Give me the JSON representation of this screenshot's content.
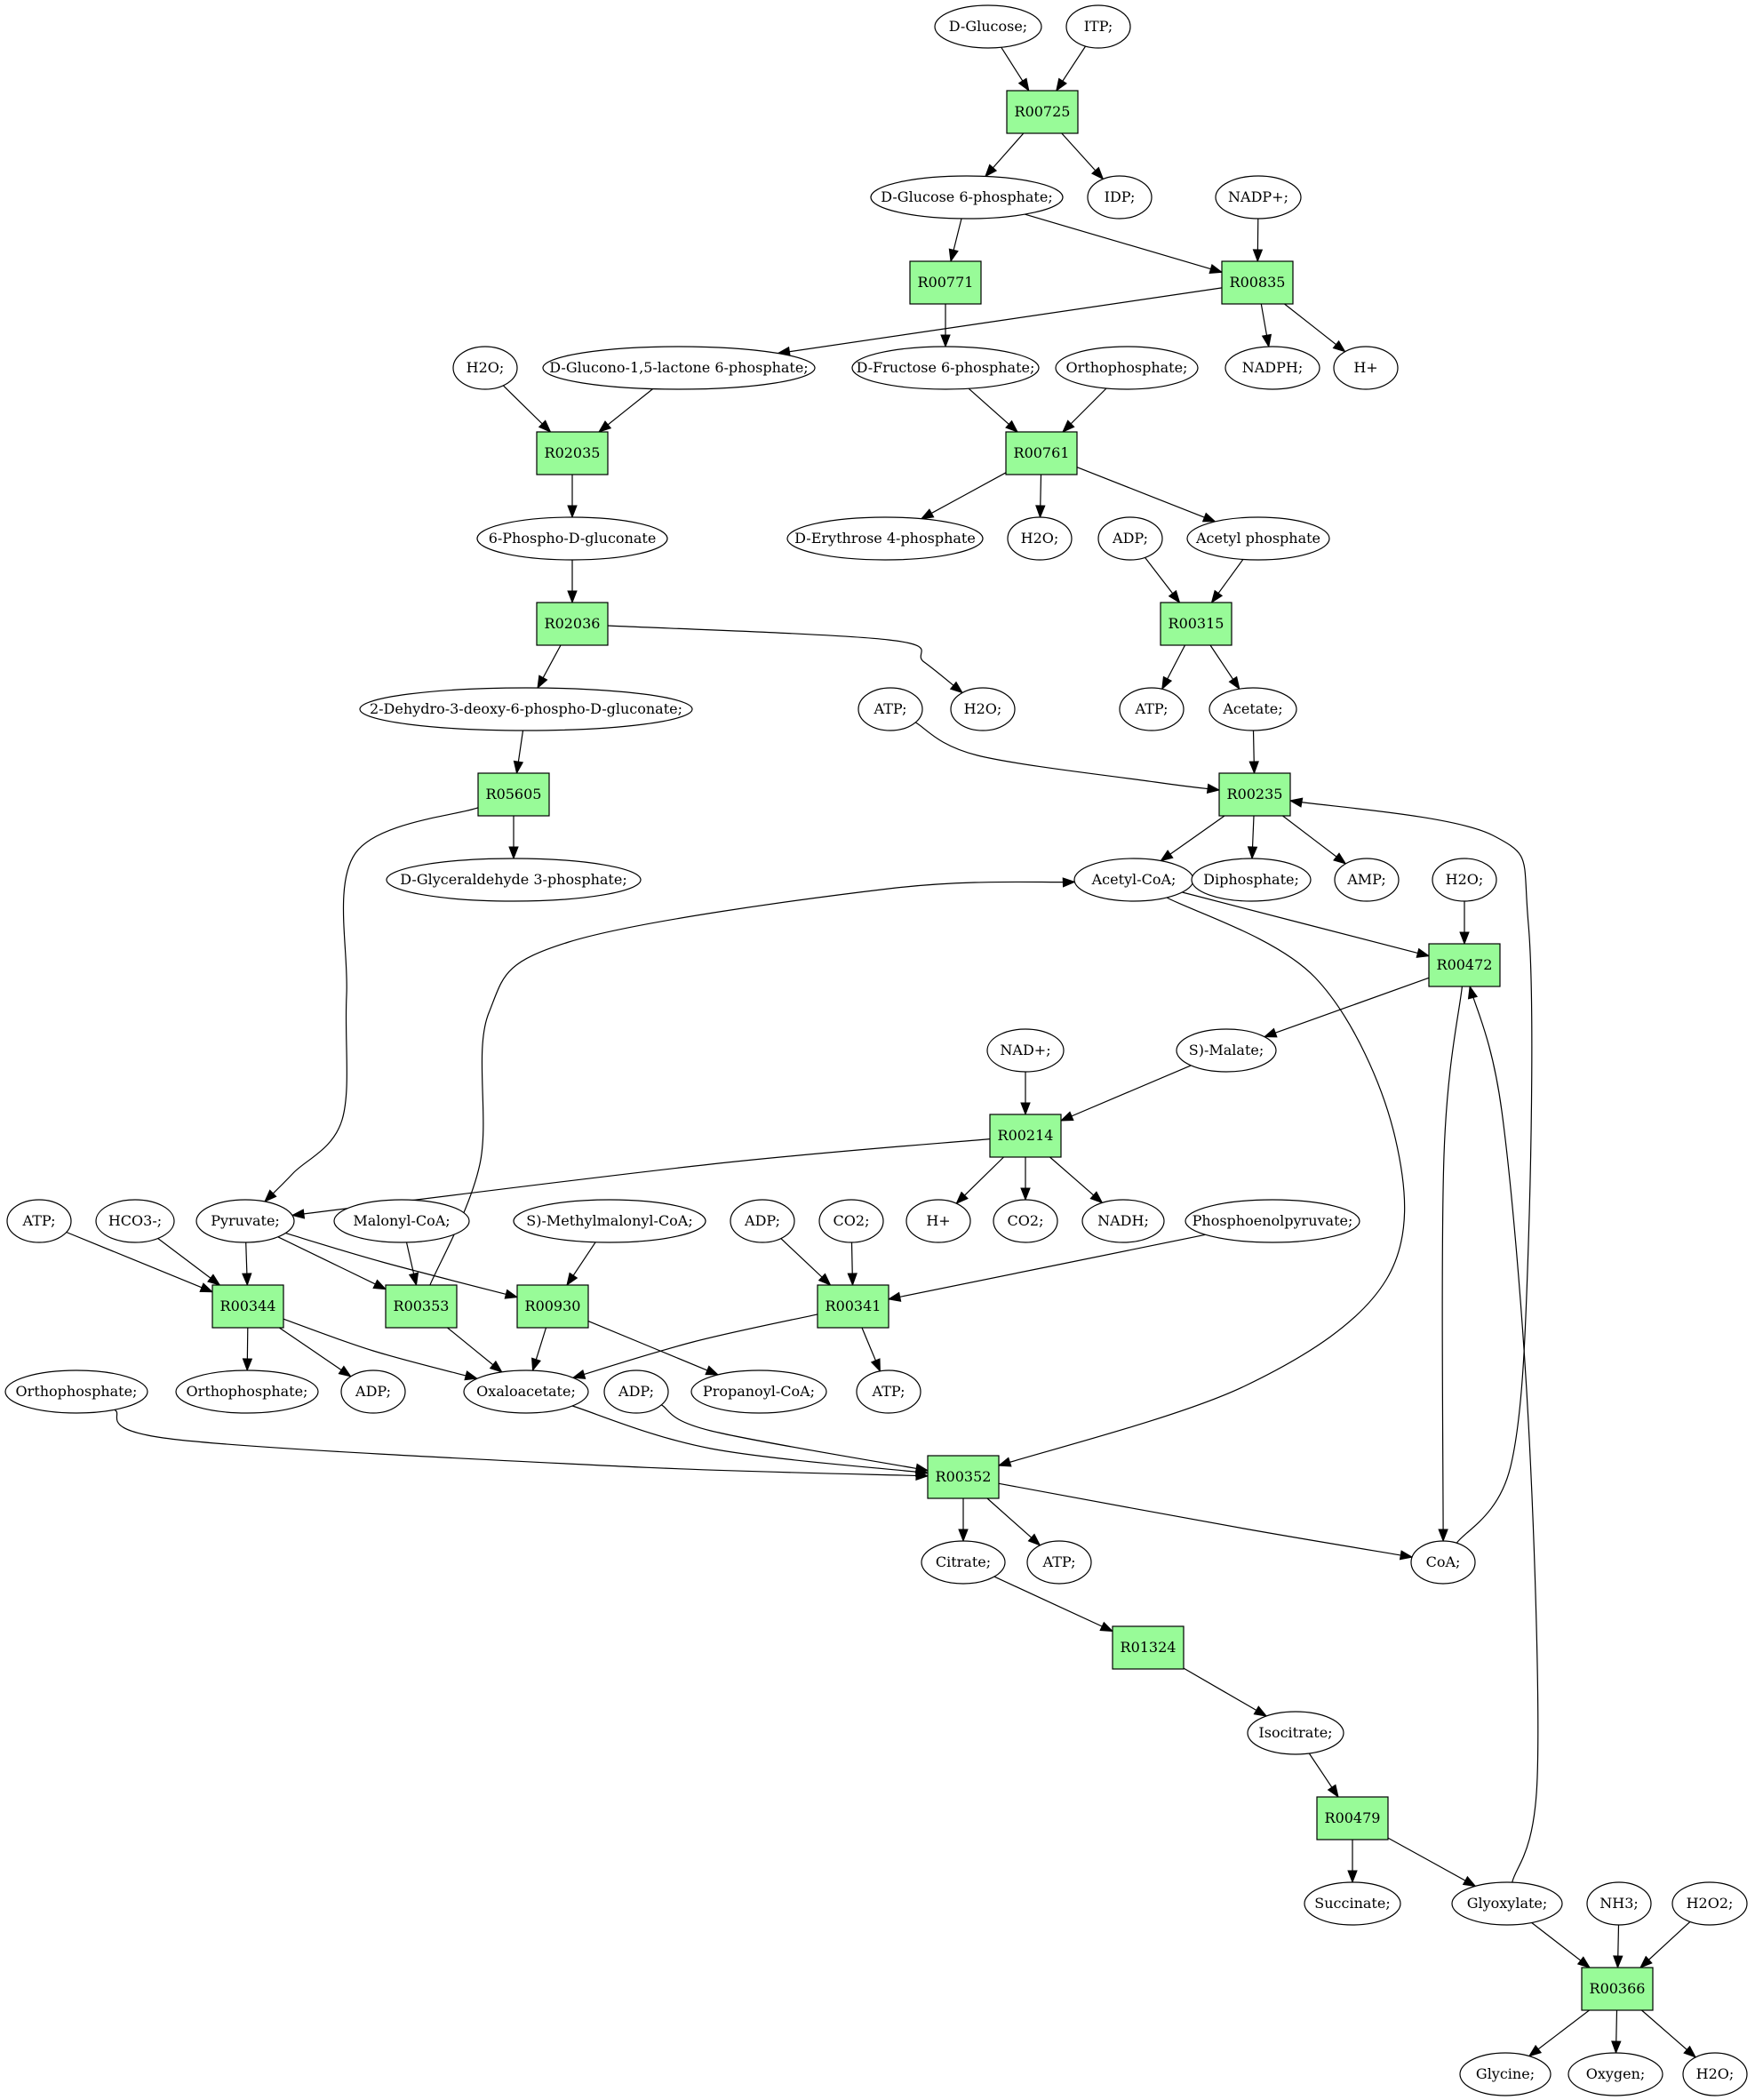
{
  "colors": {
    "reaction": "#98fb98",
    "source": "#00ee00",
    "target": "#ffff00",
    "default": "#ffffff"
  },
  "reactions": [
    "R00725",
    "R00835",
    "R00771",
    "R02035",
    "R00761",
    "R02036",
    "R00315",
    "R05605",
    "R00235",
    "R00472",
    "R00214",
    "R00344",
    "R00353",
    "R00930",
    "R00341",
    "R00352",
    "R01324",
    "R00479",
    "R00366"
  ],
  "metabolites": {
    "glucose": "D-Glucose;",
    "itp": "ITP;",
    "g6p": "D-Glucose 6-phosphate;",
    "idp": "IDP;",
    "nadp": "NADP+;",
    "h2o_a": "H2O;",
    "glucono": "D-Glucono-1,5-lactone 6-phosphate;",
    "f6p": "D-Fructose 6-phosphate;",
    "orthop_a": "Orthophosphate;",
    "nadph": "NADPH;",
    "hplus_a": "H+",
    "phosphogluconate": "6-Phospho-D-gluconate",
    "e4p": "D-Erythrose 4-phosphate",
    "h2o_b": "H2O;",
    "adp_a": "ADP;",
    "acetylp": "Acetyl phosphate",
    "kdpg": "2-Dehydro-3-deoxy-6-phospho-D-gluconate;",
    "atp_a": "ATP;",
    "h2o_c": "H2O;",
    "atp_b": "ATP;",
    "acetate": "Acetate;",
    "g3p": "D-Glyceraldehyde 3-phosphate;",
    "acetylcoa": "Acetyl-CoA;",
    "diphosphate": "Diphosphate;",
    "amp": "AMP;",
    "h2o_d": "H2O;",
    "malate": "S)-Malate;",
    "nad": "NAD+;",
    "atp_c": "ATP;",
    "hco3": "HCO3-;",
    "pyruvate": "Pyruvate;",
    "malonylcoa": "Malonyl-CoA;",
    "methylmalonyl": "S)-Methylmalonyl-CoA;",
    "adp_b": "ADP;",
    "co2_a": "CO2;",
    "hplus_b": "H+",
    "co2_b": "CO2;",
    "nadh": "NADH;",
    "pep": "Phosphoenolpyruvate;",
    "orthop_b": "Orthophosphate;",
    "orthop_c": "Orthophosphate;",
    "adp_c": "ADP;",
    "oxaloacetate": "Oxaloacetate;",
    "adp_d": "ADP;",
    "propanoylcoa": "Propanoyl-CoA;",
    "atp_d": "ATP;",
    "citrate": "Citrate;",
    "atp_e": "ATP;",
    "coa": "CoA;",
    "isocitrate": "Isocitrate;",
    "succinate": "Succinate;",
    "glyoxylate": "Glyoxylate;",
    "nh3": "NH3;",
    "h2o2": "H2O2;",
    "glycine": "Glycine;",
    "oxygen": "Oxygen;",
    "h2o_e": "H2O;"
  }
}
